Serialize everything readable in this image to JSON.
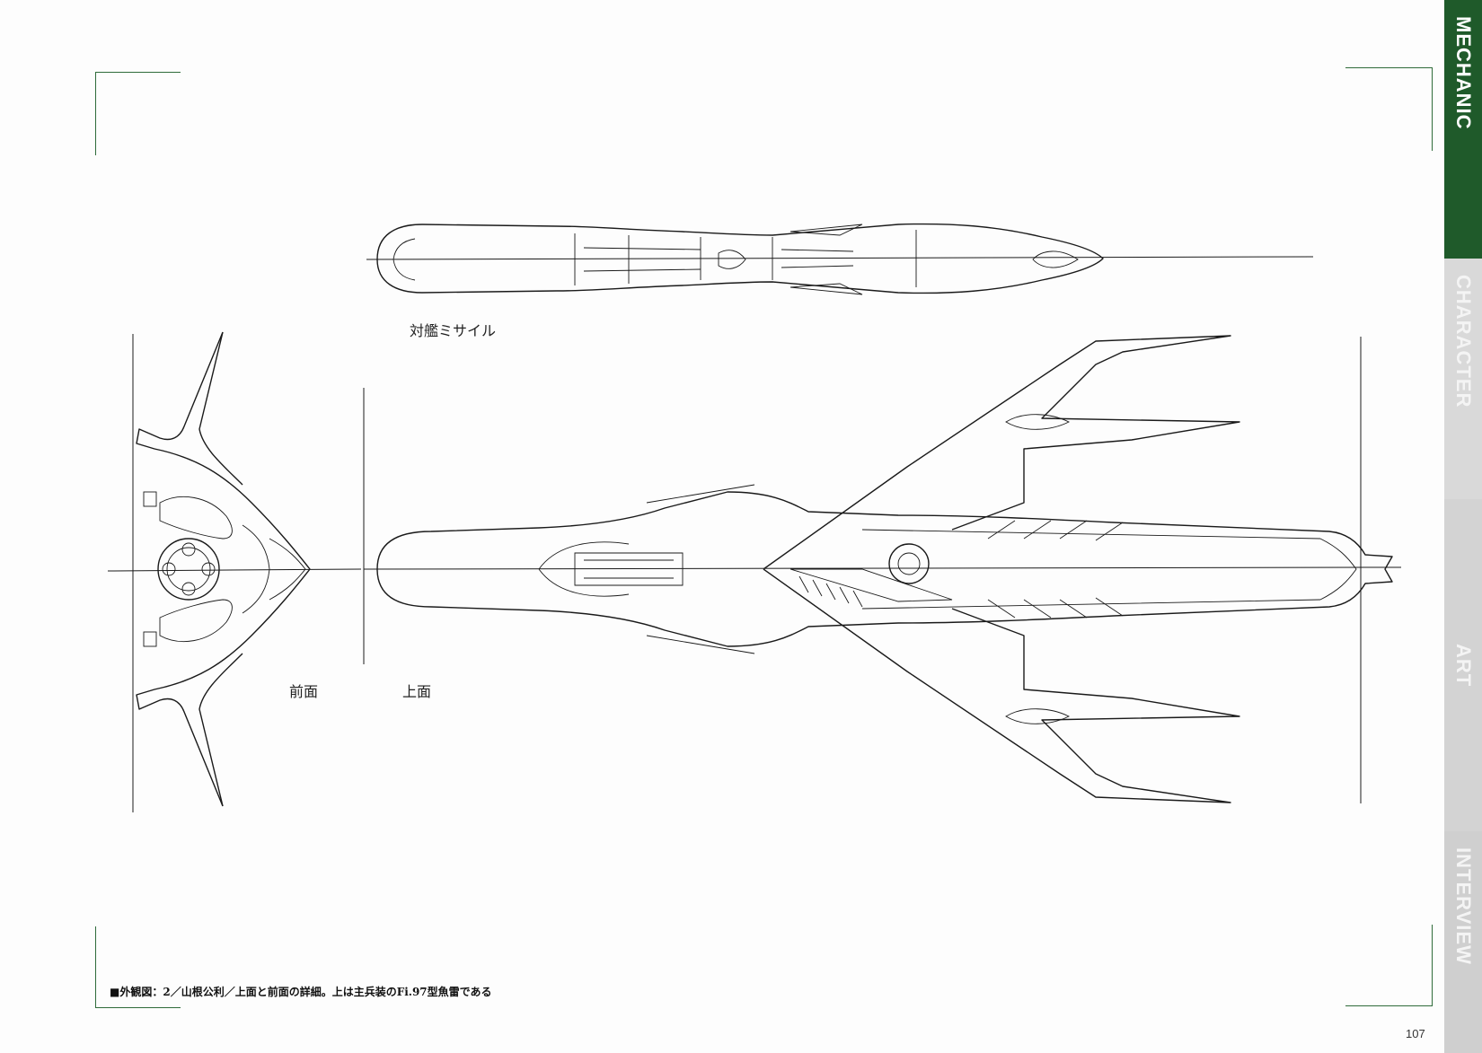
{
  "side_tabs": {
    "mechanic": "MECHANIC",
    "character": "CHARACTER",
    "art": "ART",
    "interview": "INTERVIEW"
  },
  "labels": {
    "missile": "対艦ミサイル",
    "front": "前面",
    "top": "上面"
  },
  "caption": "■外観図：2／山根公利／上面と前面の詳細。上は主兵装のFi.97型魚雷である",
  "page_number": "107",
  "colors": {
    "accent": "#1f5a2a",
    "tab_inactive": "#d3d3d3",
    "line": "#1a1a1a"
  }
}
